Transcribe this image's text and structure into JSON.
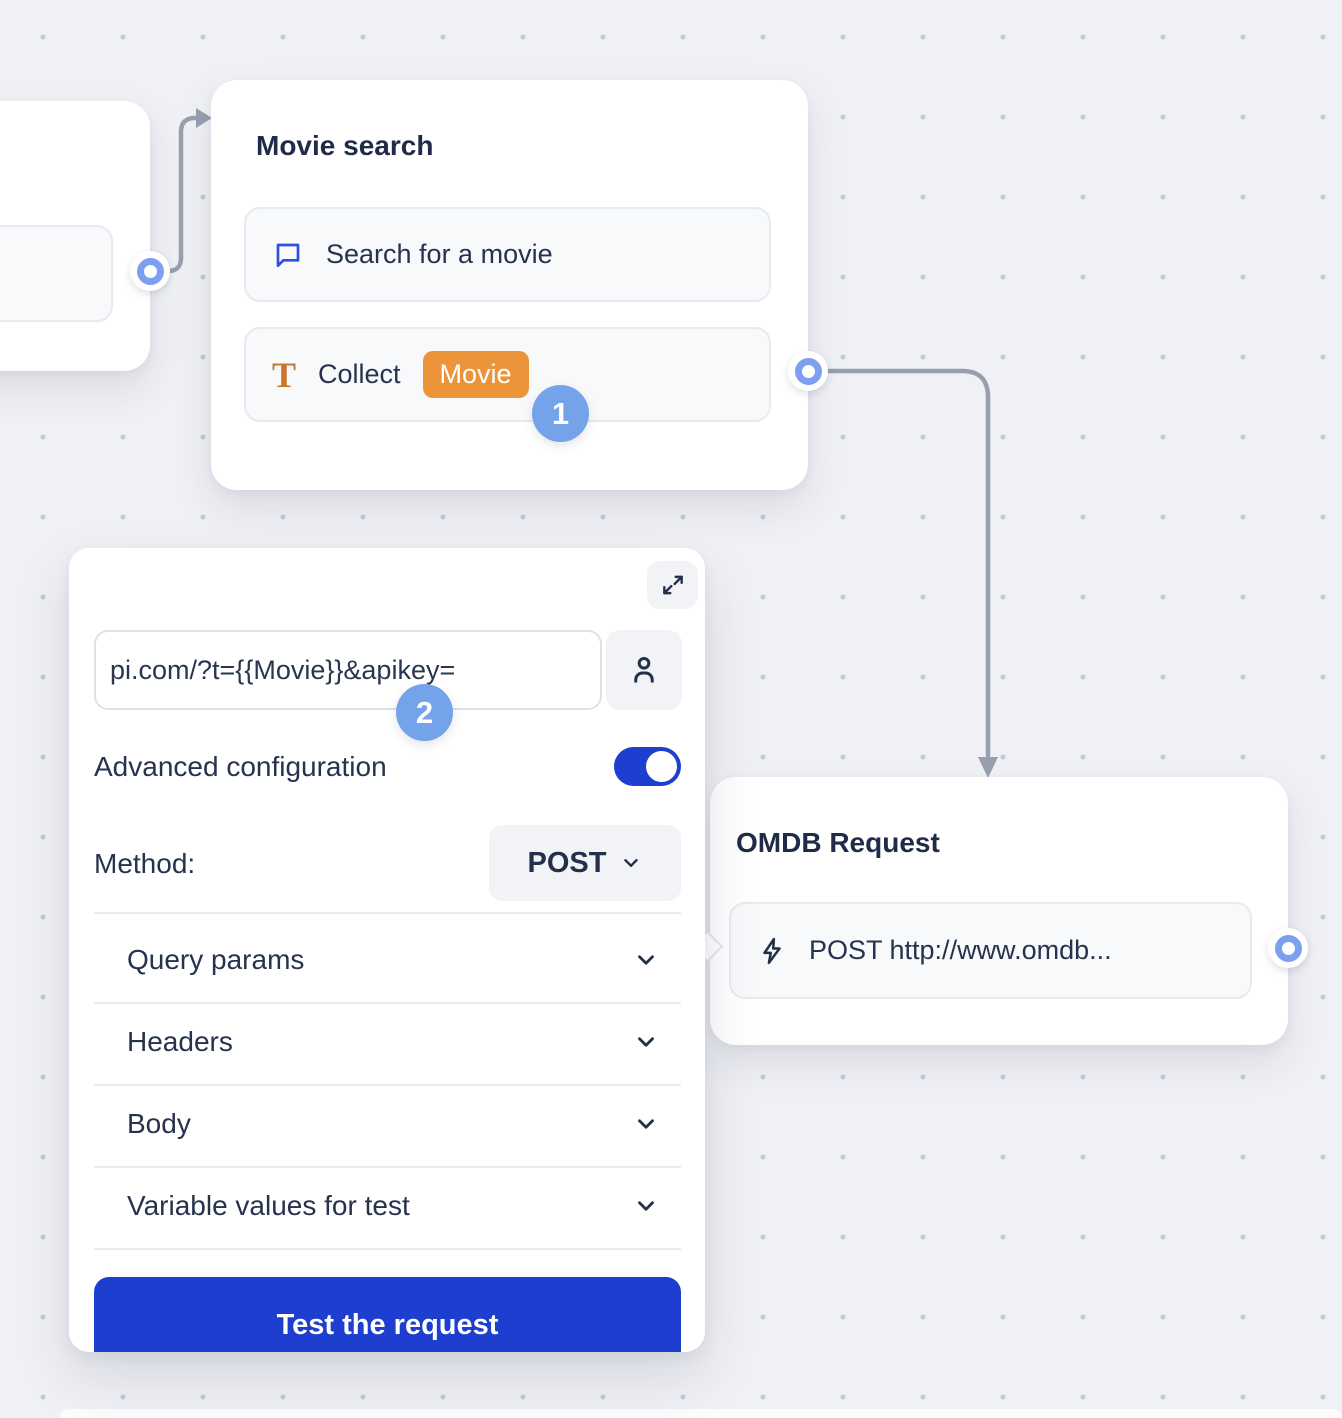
{
  "flow": {
    "movie_search": {
      "title": "Movie search",
      "step_message": {
        "label": "Search for a movie"
      },
      "step_collect": {
        "label": "Collect",
        "variable_badge": "Movie"
      },
      "annotation_badge": "1"
    },
    "omdb_request": {
      "title": "OMDB Request",
      "row_label": "POST http://www.omdb..."
    }
  },
  "panel": {
    "url_input": {
      "value": "pi.com/?t={{Movie}}&apikey="
    },
    "annotation_badge": "2",
    "advanced_configuration": {
      "label": "Advanced configuration",
      "enabled": true
    },
    "method": {
      "label": "Method:",
      "value": "POST"
    },
    "sections": [
      {
        "label": "Query params"
      },
      {
        "label": "Headers"
      },
      {
        "label": "Body"
      },
      {
        "label": "Variable values for test"
      }
    ],
    "test_button": "Test the request"
  },
  "colors": {
    "accent_blue": "#1d3ecf",
    "badge_blue": "#75a3ea",
    "port_blue": "#7c9ff0",
    "orange_badge": "#ec9439",
    "orange_icon": "#c8772a",
    "chat_icon_blue": "#2d50df",
    "navy_text": "#233049",
    "connector_gray": "#98a0b0",
    "canvas_bg": "#f0f1f5"
  }
}
